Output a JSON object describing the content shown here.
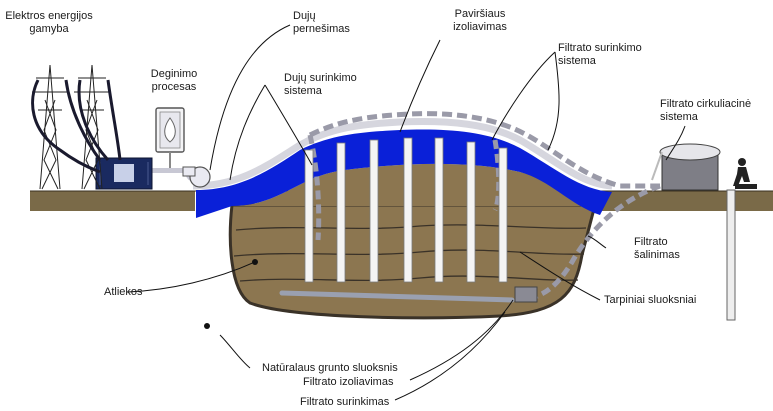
{
  "labels": {
    "power": [
      "Elektros energijos",
      "gamyba"
    ],
    "combustion": [
      "Deginimo",
      "procesas"
    ],
    "gas_transfer": [
      "Dujų",
      "pernešimas"
    ],
    "gas_collection": [
      "Dujų surinkimo",
      "sistema"
    ],
    "surface_insulation": [
      "Paviršiaus",
      "izoliavimas"
    ],
    "leachate_collection_system": [
      "Filtrato surinkimo",
      "sistema"
    ],
    "leachate_circulation": [
      "Filtrato cirkuliacinė",
      "sistema"
    ],
    "leachate_removal": [
      "Filtrato",
      "šalinimas"
    ],
    "intermediate_layers": "Tarpiniai sluoksniai",
    "waste": "Atliekos",
    "natural_soil": "Natūralaus grunto sluoksnis",
    "leachate_insulation": "Filtrato izoliavimas",
    "leachate_collection": "Filtrato surinkimas"
  },
  "colors": {
    "ground": "#7a6a48",
    "waste_fill": "#8c7650",
    "liner_blue": "#0a20d8",
    "cap_grey": "#c8c8d4",
    "dashed_pipe": "#9a9aa8",
    "well": "#f4f4f4"
  },
  "icons": [
    "transmission-tower-icon",
    "generator-icon",
    "flame-icon",
    "blower-icon",
    "tank-icon",
    "worker-icon"
  ]
}
